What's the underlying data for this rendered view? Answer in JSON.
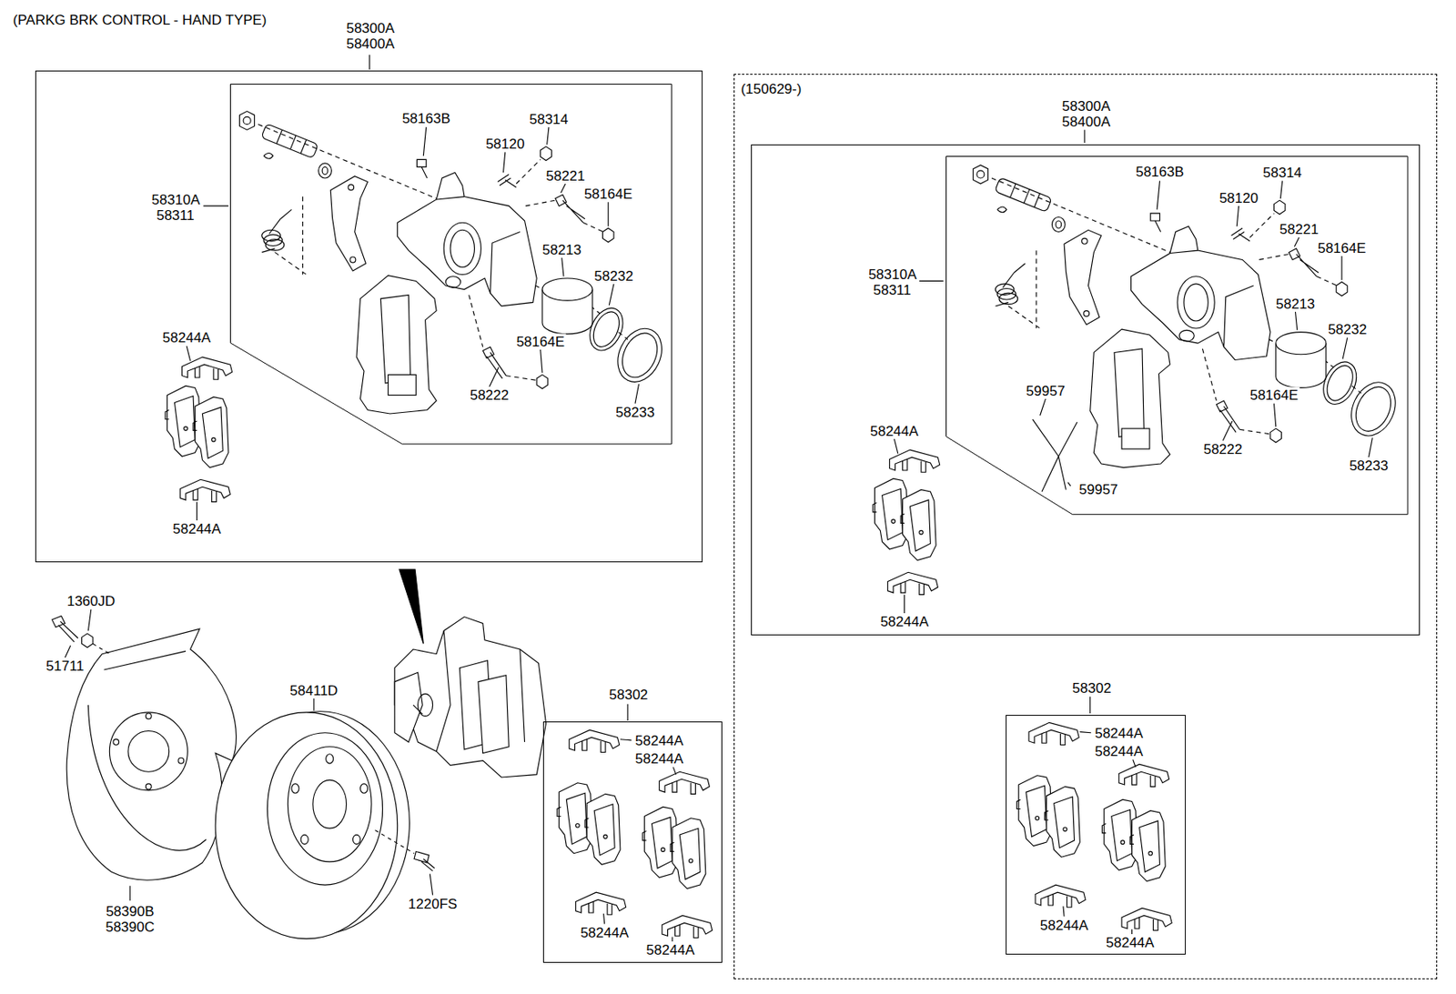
{
  "diagram": {
    "title": "(PARKG BRK CONTROL - HAND TYPE)",
    "nodes": [
      {
        "text": [
          "58300A 58400A"
        ]
      },
      {
        "text": [
          "58310A 58311"
        ],
        "in": 0
      },
      {
        "text": [
          "58302"
        ]
      },
      {
        "text": [
          "(150629-)"
        ]
      },
      {
        "text": [
          "58300A 58400A"
        ],
        "in": 3
      },
      {
        "text": [
          "58310A 58311"
        ],
        "in": 4
      },
      {
        "text": [
          "58302"
        ],
        "in": 3
      }
    ],
    "labels": [
      "58163B",
      "58314",
      "58120",
      "58221",
      "58164E",
      "58213",
      "58232",
      "58164E",
      "58222",
      "58233",
      "58244A",
      "58244A",
      "1360JD",
      "51711",
      "58411D",
      "58390B",
      "58390C",
      "1220FS",
      "58244A",
      "58244A",
      "58244A",
      "58244A",
      "58163B",
      "58314",
      "58120",
      "58221",
      "58164E",
      "58213",
      "58232",
      "58164E",
      "58222",
      "58233",
      "59957",
      "59957",
      "58244A",
      "58244A",
      "58244A",
      "58244A",
      "58244A",
      "58244A"
    ]
  }
}
